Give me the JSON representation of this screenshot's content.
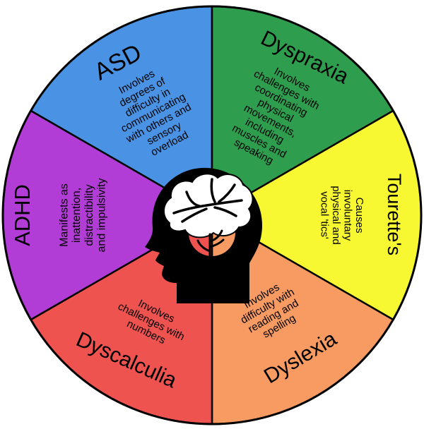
{
  "diagram": {
    "type": "wheel",
    "subject": "Neurodiversity wheel",
    "center_icon": "head-with-brain-icon",
    "segment_count": 6
  },
  "colors": {
    "outline": "#000000",
    "background": "#ffffff",
    "brain_fill": "#ffffff",
    "head_fill": "#000000"
  },
  "segments": [
    {
      "id": "asd",
      "label": "ASD",
      "color": "#4a92e4",
      "description": "Involves degrees of difficulty in communicating with others and sensory overload",
      "description_lines": [
        "Involves",
        "degrees of",
        "difficulty in",
        "communicating",
        "with others and",
        "sensory",
        "overload"
      ]
    },
    {
      "id": "dyspraxia",
      "label": "Dyspraxia",
      "color": "#2e9e4e",
      "description": "Involves challenges with coordinating physical movements, including muscles and speaking",
      "description_lines": [
        "Involves",
        "challenges with",
        "coordinating",
        "physical",
        "movements,",
        "including",
        "muscles and",
        "speaking"
      ]
    },
    {
      "id": "tourettes",
      "label": "Tourette's",
      "color": "#f8f832",
      "description": "Causes involuntary physical and vocal 'tics'",
      "description_lines": [
        "Causes",
        "involuntary",
        "physical and",
        "vocal 'tics'"
      ]
    },
    {
      "id": "dyslexia",
      "label": "Dyslexia",
      "color": "#f79b63",
      "description": "Involves difficulty with reading and spelling",
      "description_lines": [
        "Involves",
        "difficulty with",
        "reading and",
        "spelling"
      ]
    },
    {
      "id": "dyscalculia",
      "label": "Dyscalculia",
      "color": "#ef5350",
      "description": "Involves challenges with numbers",
      "description_lines": [
        "Involves",
        "challenges with",
        "numbers"
      ]
    },
    {
      "id": "adhd",
      "label": "ADHD",
      "color": "#b13dd6",
      "description": "Manifests as inattention, distractibility and impulsivity",
      "description_lines": [
        "Manifests as",
        "inattention,",
        "distractibility",
        "and impulsivity"
      ]
    }
  ]
}
